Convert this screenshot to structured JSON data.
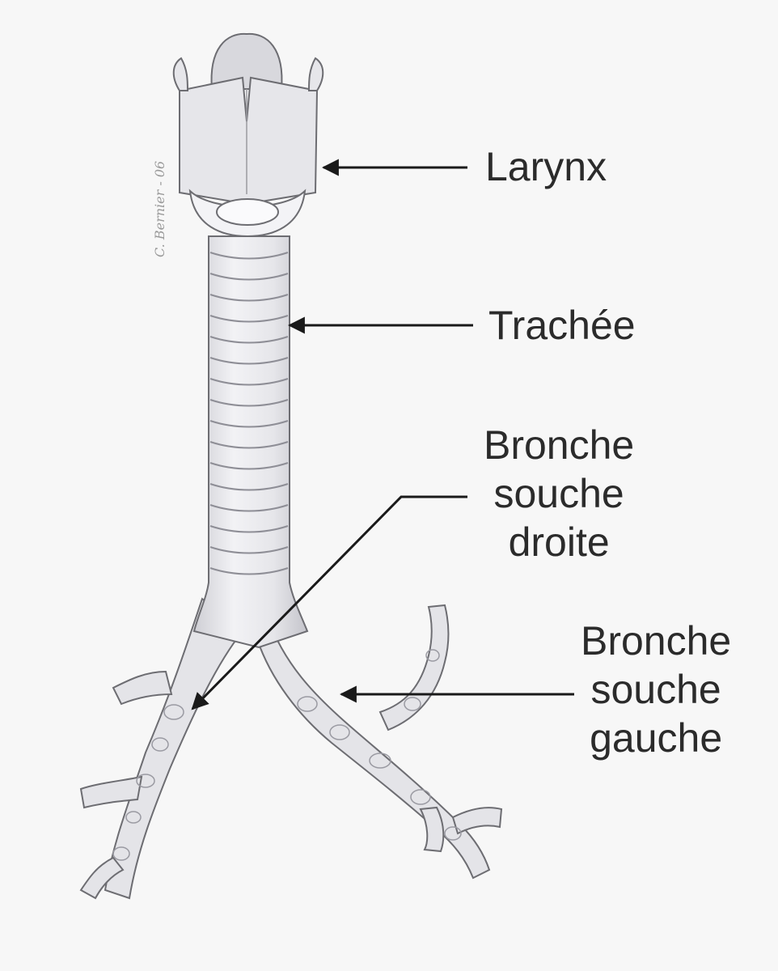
{
  "labels": {
    "larynx": [
      "Larynx"
    ],
    "trachee": [
      "Trachée"
    ],
    "bronche_droite": [
      "Bronche",
      "souche",
      "droite"
    ],
    "bronche_gauche": [
      "Bronche",
      "souche",
      "gauche"
    ]
  },
  "signature": "C. Bernier - 06",
  "colors": {
    "background": "#f7f7f7",
    "organ_fill": "#e4e4e8",
    "organ_shadow": "#c9c9cf",
    "outline": "#6d6d72",
    "text": "#2b2b2b",
    "arrow": "#1a1a1a"
  }
}
